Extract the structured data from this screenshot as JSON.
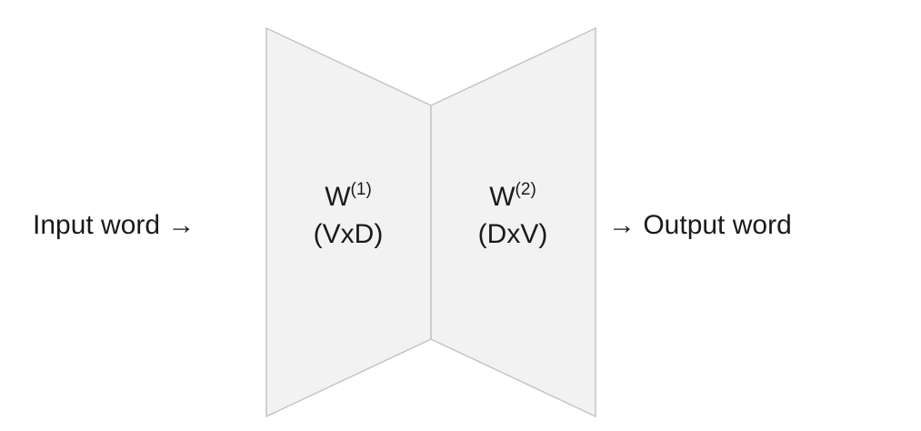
{
  "input_label": "Input word →",
  "output_label": "→ Output word",
  "encoder": {
    "symbol": "W",
    "superscript": "(1)",
    "shape": "(VxD)"
  },
  "decoder": {
    "symbol": "W",
    "superscript": "(2)",
    "shape": "(DxV)"
  },
  "colors": {
    "panel_fill": "#f2f2f3",
    "panel_stroke": "#c4c4c4",
    "text": "#1a1a1a"
  }
}
